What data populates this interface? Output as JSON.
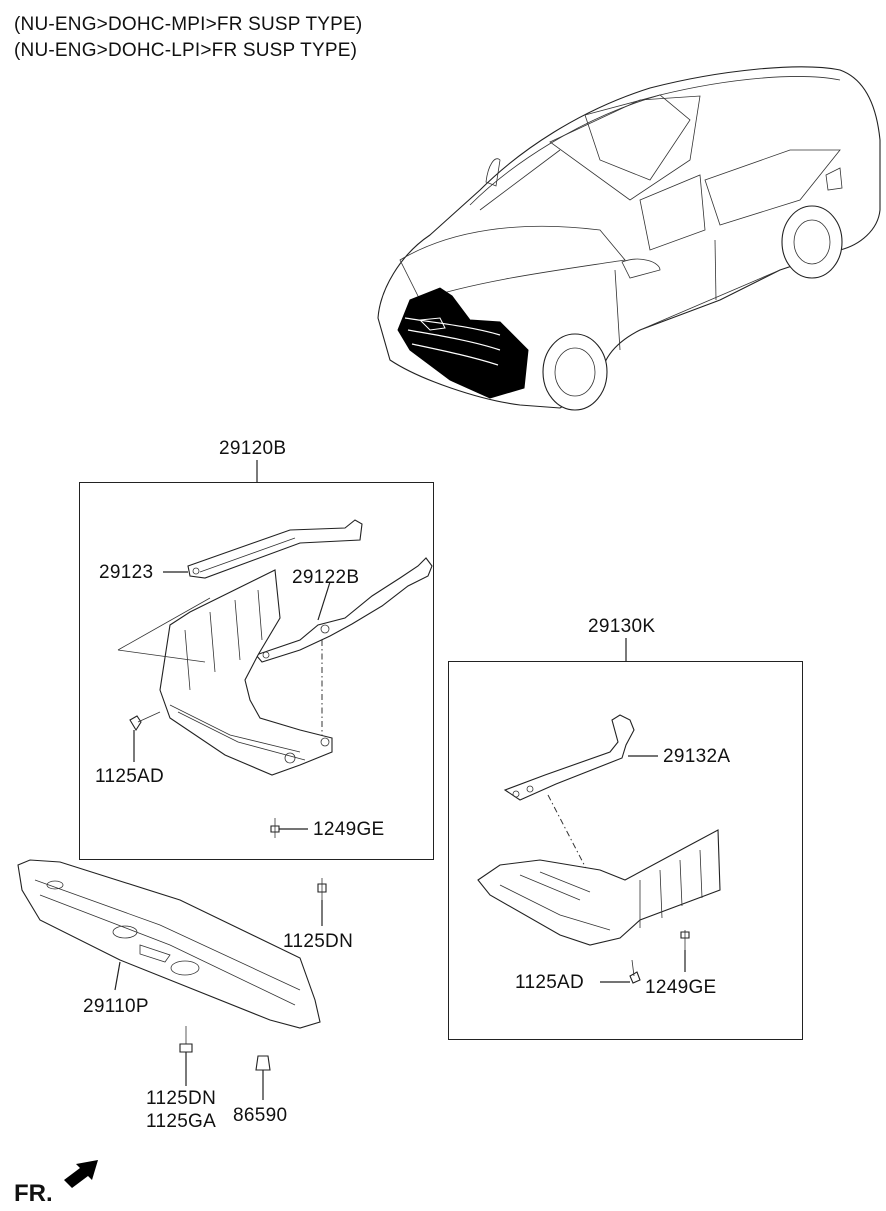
{
  "header": {
    "line1": "(NU-ENG>DOHC-MPI>FR SUSP TYPE)",
    "line2": "(NU-ENG>DOHC-LPI>FR SUSP TYPE)"
  },
  "groups": {
    "left_box_code": "29120B",
    "right_box_code": "29130K"
  },
  "parts": {
    "p29123": "29123",
    "p29122B": "29122B",
    "p1125AD_left": "1125AD",
    "p1249GE_left": "1249GE",
    "p29132A": "29132A",
    "p1125AD_right": "1125AD",
    "p1249GE_right": "1249GE",
    "p1125DN_mid": "1125DN",
    "p29110P": "29110P",
    "p1125DN_bottom": "1125DN",
    "p1125GA_bottom": "1125GA",
    "p86590": "86590"
  },
  "orientation": {
    "label": "FR.",
    "icon": "front-arrow-icon"
  },
  "colors": {
    "line": "#222222",
    "highlight": "#000000",
    "background": "#ffffff"
  }
}
